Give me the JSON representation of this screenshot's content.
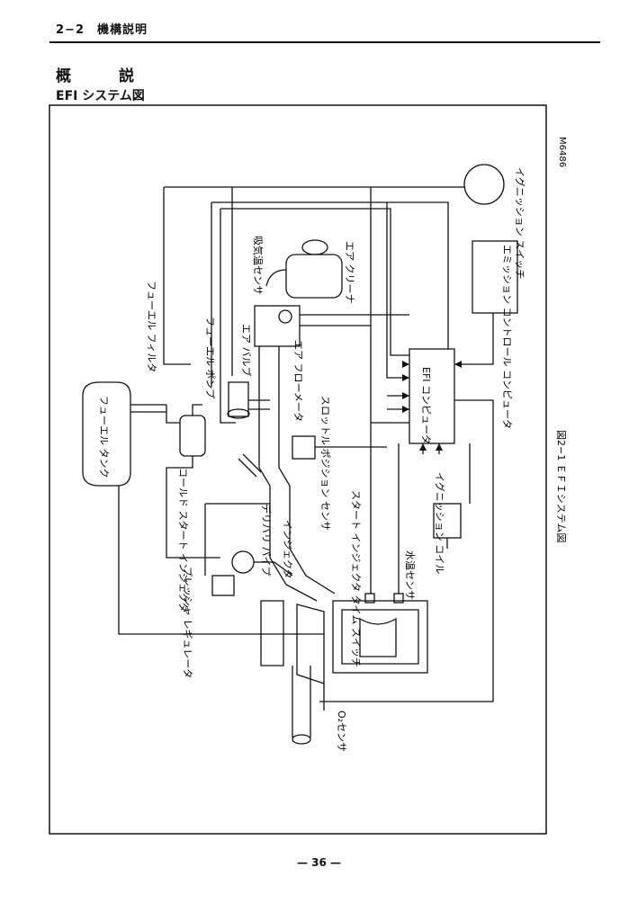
{
  "header": {
    "section": "2−2　機構説明"
  },
  "titles": {
    "heading": "概　説",
    "subheading": "EFI システム図"
  },
  "figure": {
    "id": "M6486",
    "caption": "図2−1 ＥＦＩシステム図",
    "labels": {
      "ignition_switch": "イグニッション スイッチ",
      "emission_control_computer": "エミッション コントロール コンピュータ",
      "intake_temp_sensor": "吸気温センサ",
      "air_cleaner": "エア クリーナ",
      "fuel_filter": "フューエル フィルタ",
      "fuel_pump": "フューエル ポンプ",
      "air_valve": "エア バルブ",
      "air_flow_meter": "エア フローメータ",
      "throttle_position_sensor": "スロットル ポジション センサ",
      "efi_computer": "EFI コンピュータ",
      "fuel_tank": "フューエル タンク",
      "cold_start_injector": "コールド スタート インジェクタ",
      "delivery_pipe": "デリバリ パイプ",
      "injector": "インジェクタ",
      "start_injector_time_switch": "スタート インジェクタ タイム スイッチ",
      "water_temp_sensor": "水温センサ",
      "ignition_coil": "イグニッション コイル",
      "pressure_regulator": "プレッシャ レギュレータ",
      "o2_sensor": "O₂センサ"
    }
  },
  "footer": {
    "page": "— 36 —"
  }
}
